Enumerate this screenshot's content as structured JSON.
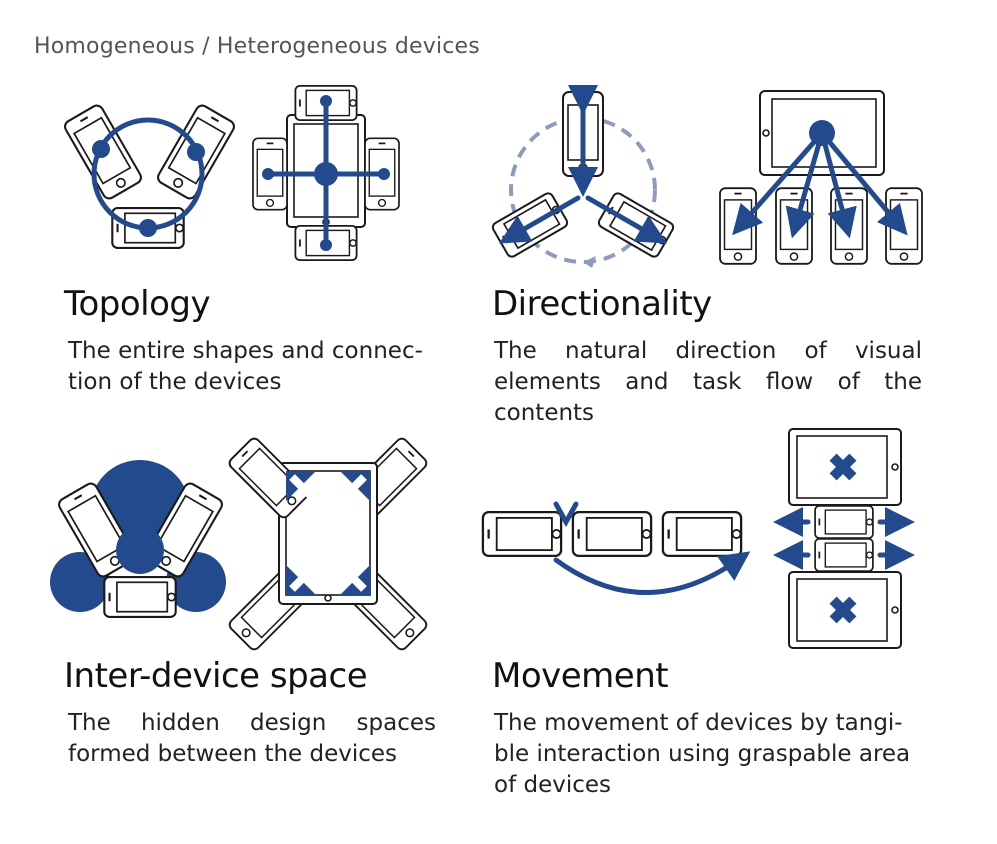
{
  "header": "Homogeneous / Heterogeneous devices",
  "panels": {
    "topology": {
      "title": "Topology",
      "desc": "The entire shapes and connec- tion of the devices"
    },
    "directionality": {
      "title": "Directionality",
      "desc": "The natural direction of visual elements and task flow of the contents"
    },
    "inter_device_space": {
      "title": "Inter-device space",
      "desc": "The hidden design spaces formed between the devices"
    },
    "movement": {
      "title": "Movement",
      "desc": "The movement of devices by tangi- ble interaction using graspable area of devices"
    }
  },
  "colors": {
    "accent": "#234a8c",
    "dashed": "#8f9ac0",
    "text": "#222222"
  }
}
